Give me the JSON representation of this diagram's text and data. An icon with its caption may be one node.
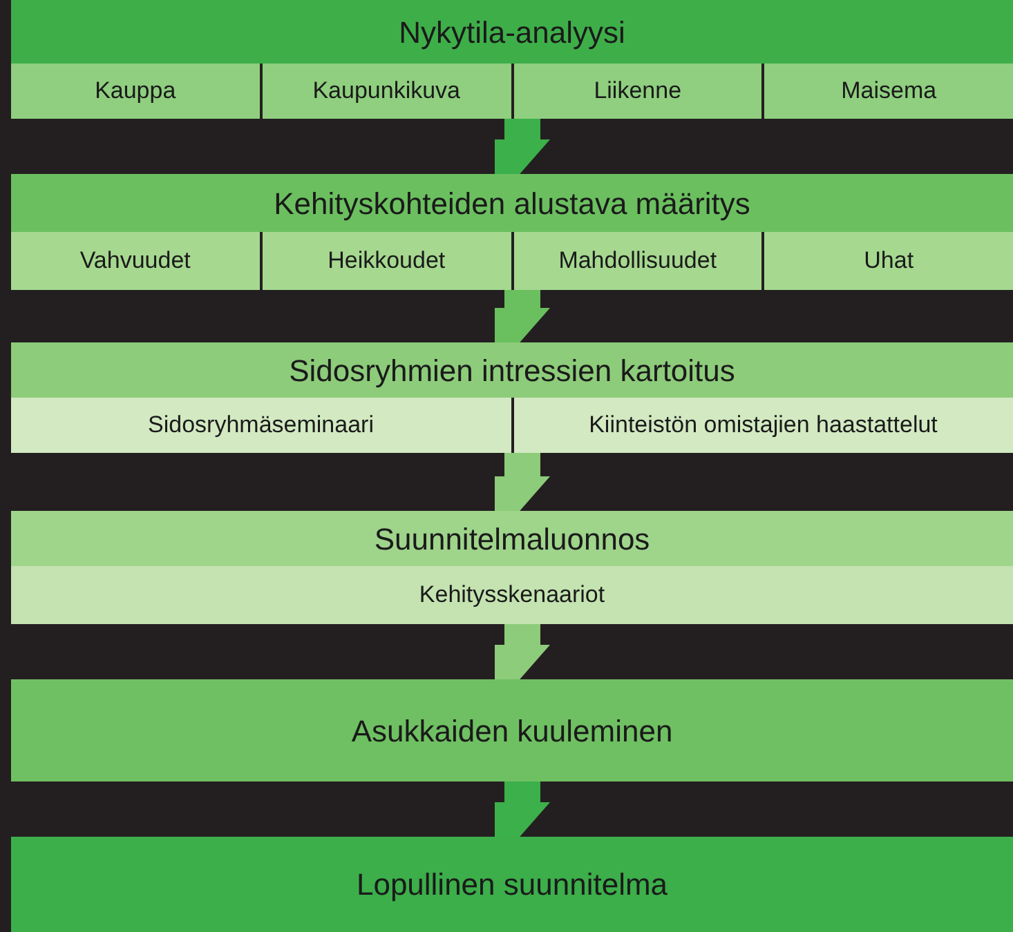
{
  "diagram": {
    "nodes": [
      {
        "text": [
          "Nykytila-analyysi"
        ]
      },
      {
        "text": [
          "Kauppa"
        ],
        "in": 0
      },
      {
        "text": [
          "Kaupunkikuva"
        ],
        "in": 0
      },
      {
        "text": [
          "Liikenne"
        ],
        "in": 0
      },
      {
        "text": [
          "Maisema"
        ],
        "in": 0
      },
      {
        "text": [
          "Kehityskohteiden alustava määritys"
        ]
      },
      {
        "text": [
          "Vahvuudet"
        ],
        "in": 5
      },
      {
        "text": [
          "Heikkoudet"
        ],
        "in": 5
      },
      {
        "text": [
          "Mahdollisuudet"
        ],
        "in": 5
      },
      {
        "text": [
          "Uhat"
        ],
        "in": 5
      },
      {
        "text": [
          "Sidosryhmien intressien kartoitus"
        ]
      },
      {
        "text": [
          "Sidosryhmäseminaari"
        ],
        "in": 10
      },
      {
        "text": [
          "Kiinteistön omistajien haastattelut"
        ],
        "in": 10
      },
      {
        "text": [
          "Suunnitelmaluonnos"
        ]
      },
      {
        "text": [
          "Kehitysskenaariot"
        ],
        "in": 13
      },
      {
        "text": [
          "Asukkaiden kuuleminen"
        ]
      },
      {
        "text": [
          "Lopullinen suunnitelma"
        ]
      }
    ],
    "edges": [
      {
        "from": 0,
        "to": 5,
        "arrow": "to",
        "color": "#3cb04a"
      },
      {
        "from": 5,
        "to": 10,
        "arrow": "to",
        "color": "#6abf5e"
      },
      {
        "from": 10,
        "to": 13,
        "arrow": "to",
        "color": "#8dcc7a"
      },
      {
        "from": 13,
        "to": 15,
        "arrow": "to",
        "color": "#8dcc7a"
      },
      {
        "from": 15,
        "to": 16,
        "arrow": "to",
        "color": "#3cb04a"
      }
    ]
  }
}
